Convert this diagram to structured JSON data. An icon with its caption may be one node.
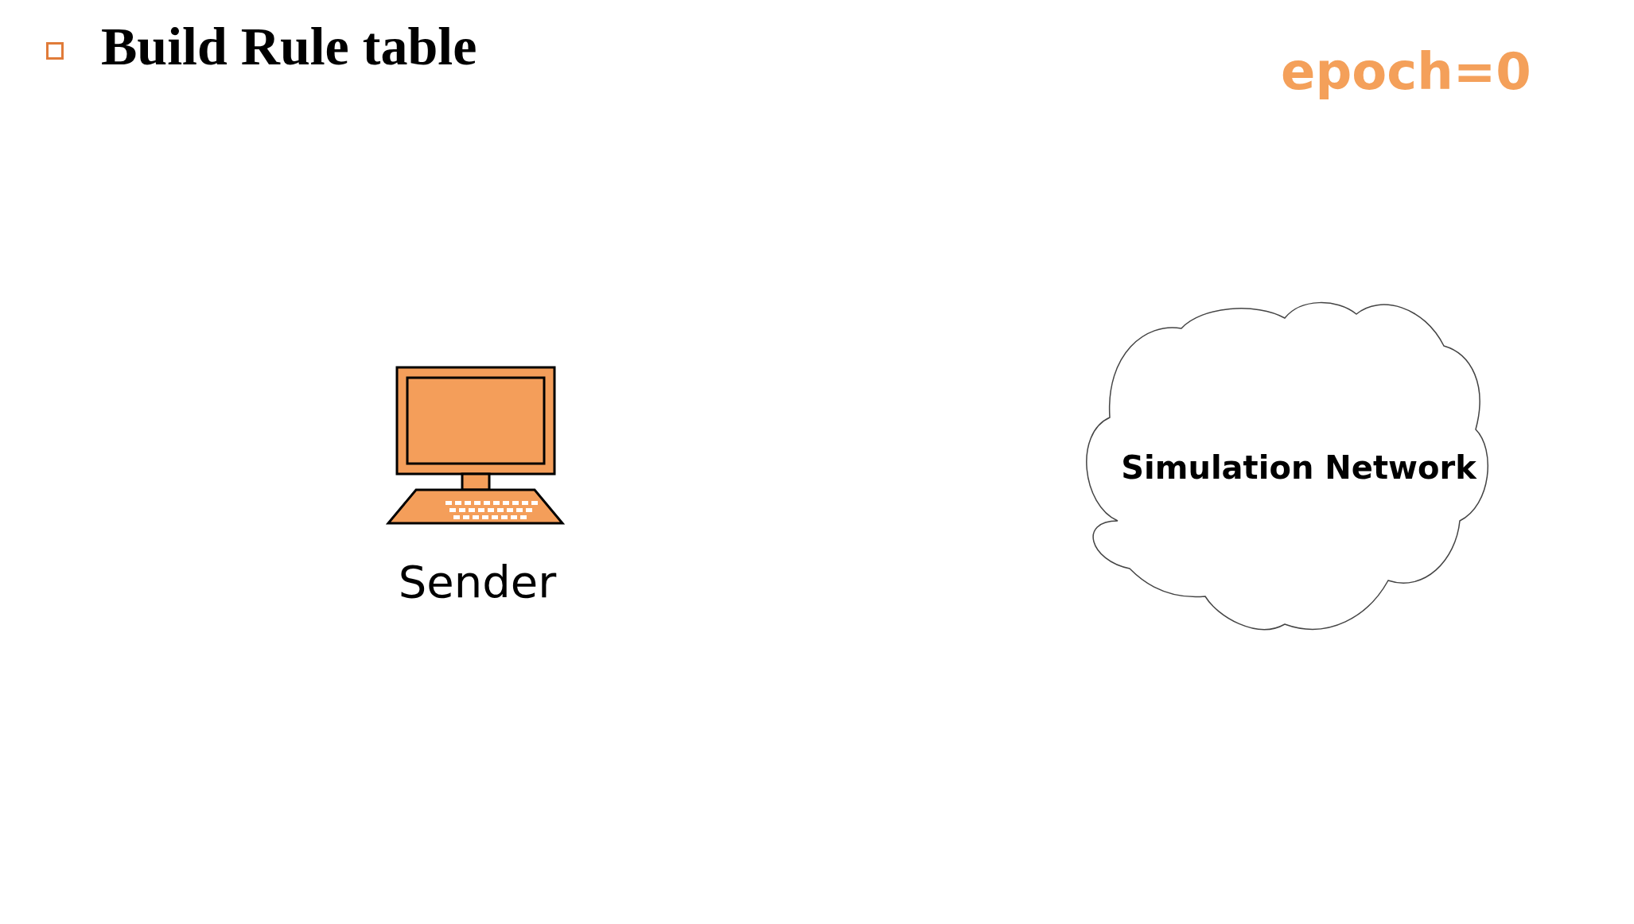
{
  "diagram": {
    "title": "Build Rule table",
    "nodes": [
      {
        "text": [
          "Sender"
        ]
      },
      {
        "text": [
          "Simulation Network"
        ]
      }
    ],
    "edges": [],
    "labels": [
      "epoch=0"
    ]
  }
}
